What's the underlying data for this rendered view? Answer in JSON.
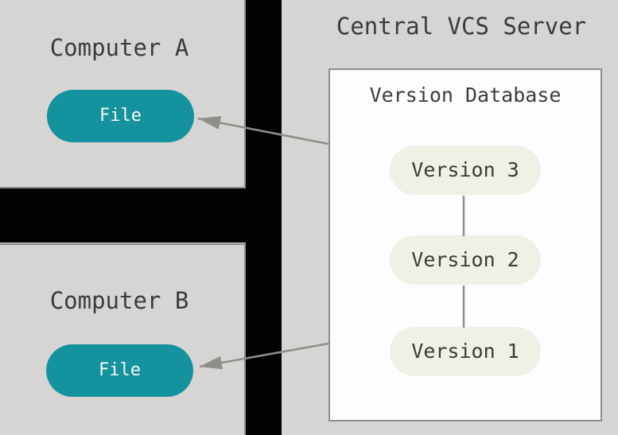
{
  "diagram": {
    "server_title": "Central VCS Server",
    "computer_a": {
      "title": "Computer A",
      "file": "File"
    },
    "computer_b": {
      "title": "Computer B",
      "file": "File"
    },
    "database": {
      "title": "Version Database",
      "versions": [
        "Version 3",
        "Version 2",
        "Version 1"
      ]
    }
  },
  "colors": {
    "background": "#d6d5d3",
    "band": "#030303",
    "box_border": "#8c8c8c",
    "database_fill": "#fdfdfd",
    "file_pill": "#14929e",
    "file_text": "#f4f6f5",
    "version_pill": "#f0f0e7",
    "version_text": "#3c3c38",
    "heading_text": "#3b3b39",
    "arrow": "#908e89"
  }
}
